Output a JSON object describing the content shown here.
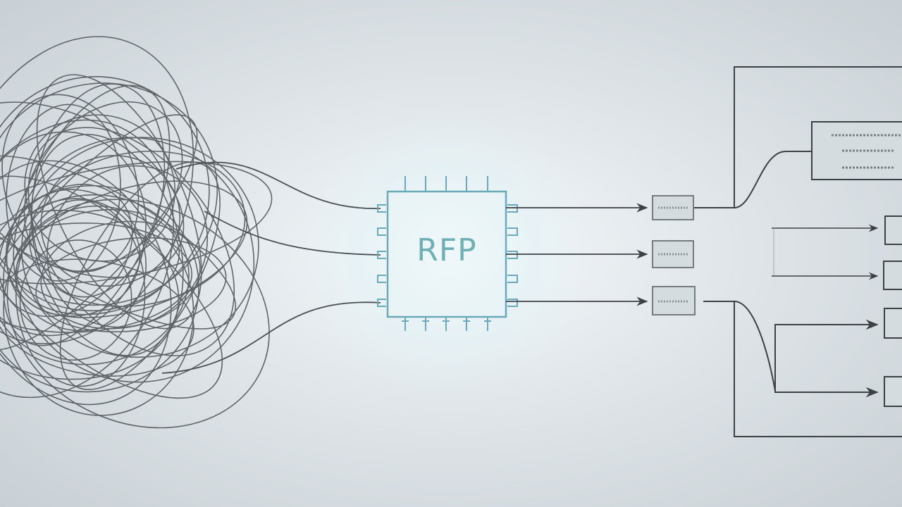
{
  "chip": {
    "label": "RFP"
  },
  "colors": {
    "line": "#4a4f54",
    "chip_border": "#6aaab8",
    "chip_text": "#6fb0b5",
    "glow": "#ffffff"
  },
  "icons": [
    "tangled-wires",
    "processor-chip",
    "arrow-icon"
  ]
}
